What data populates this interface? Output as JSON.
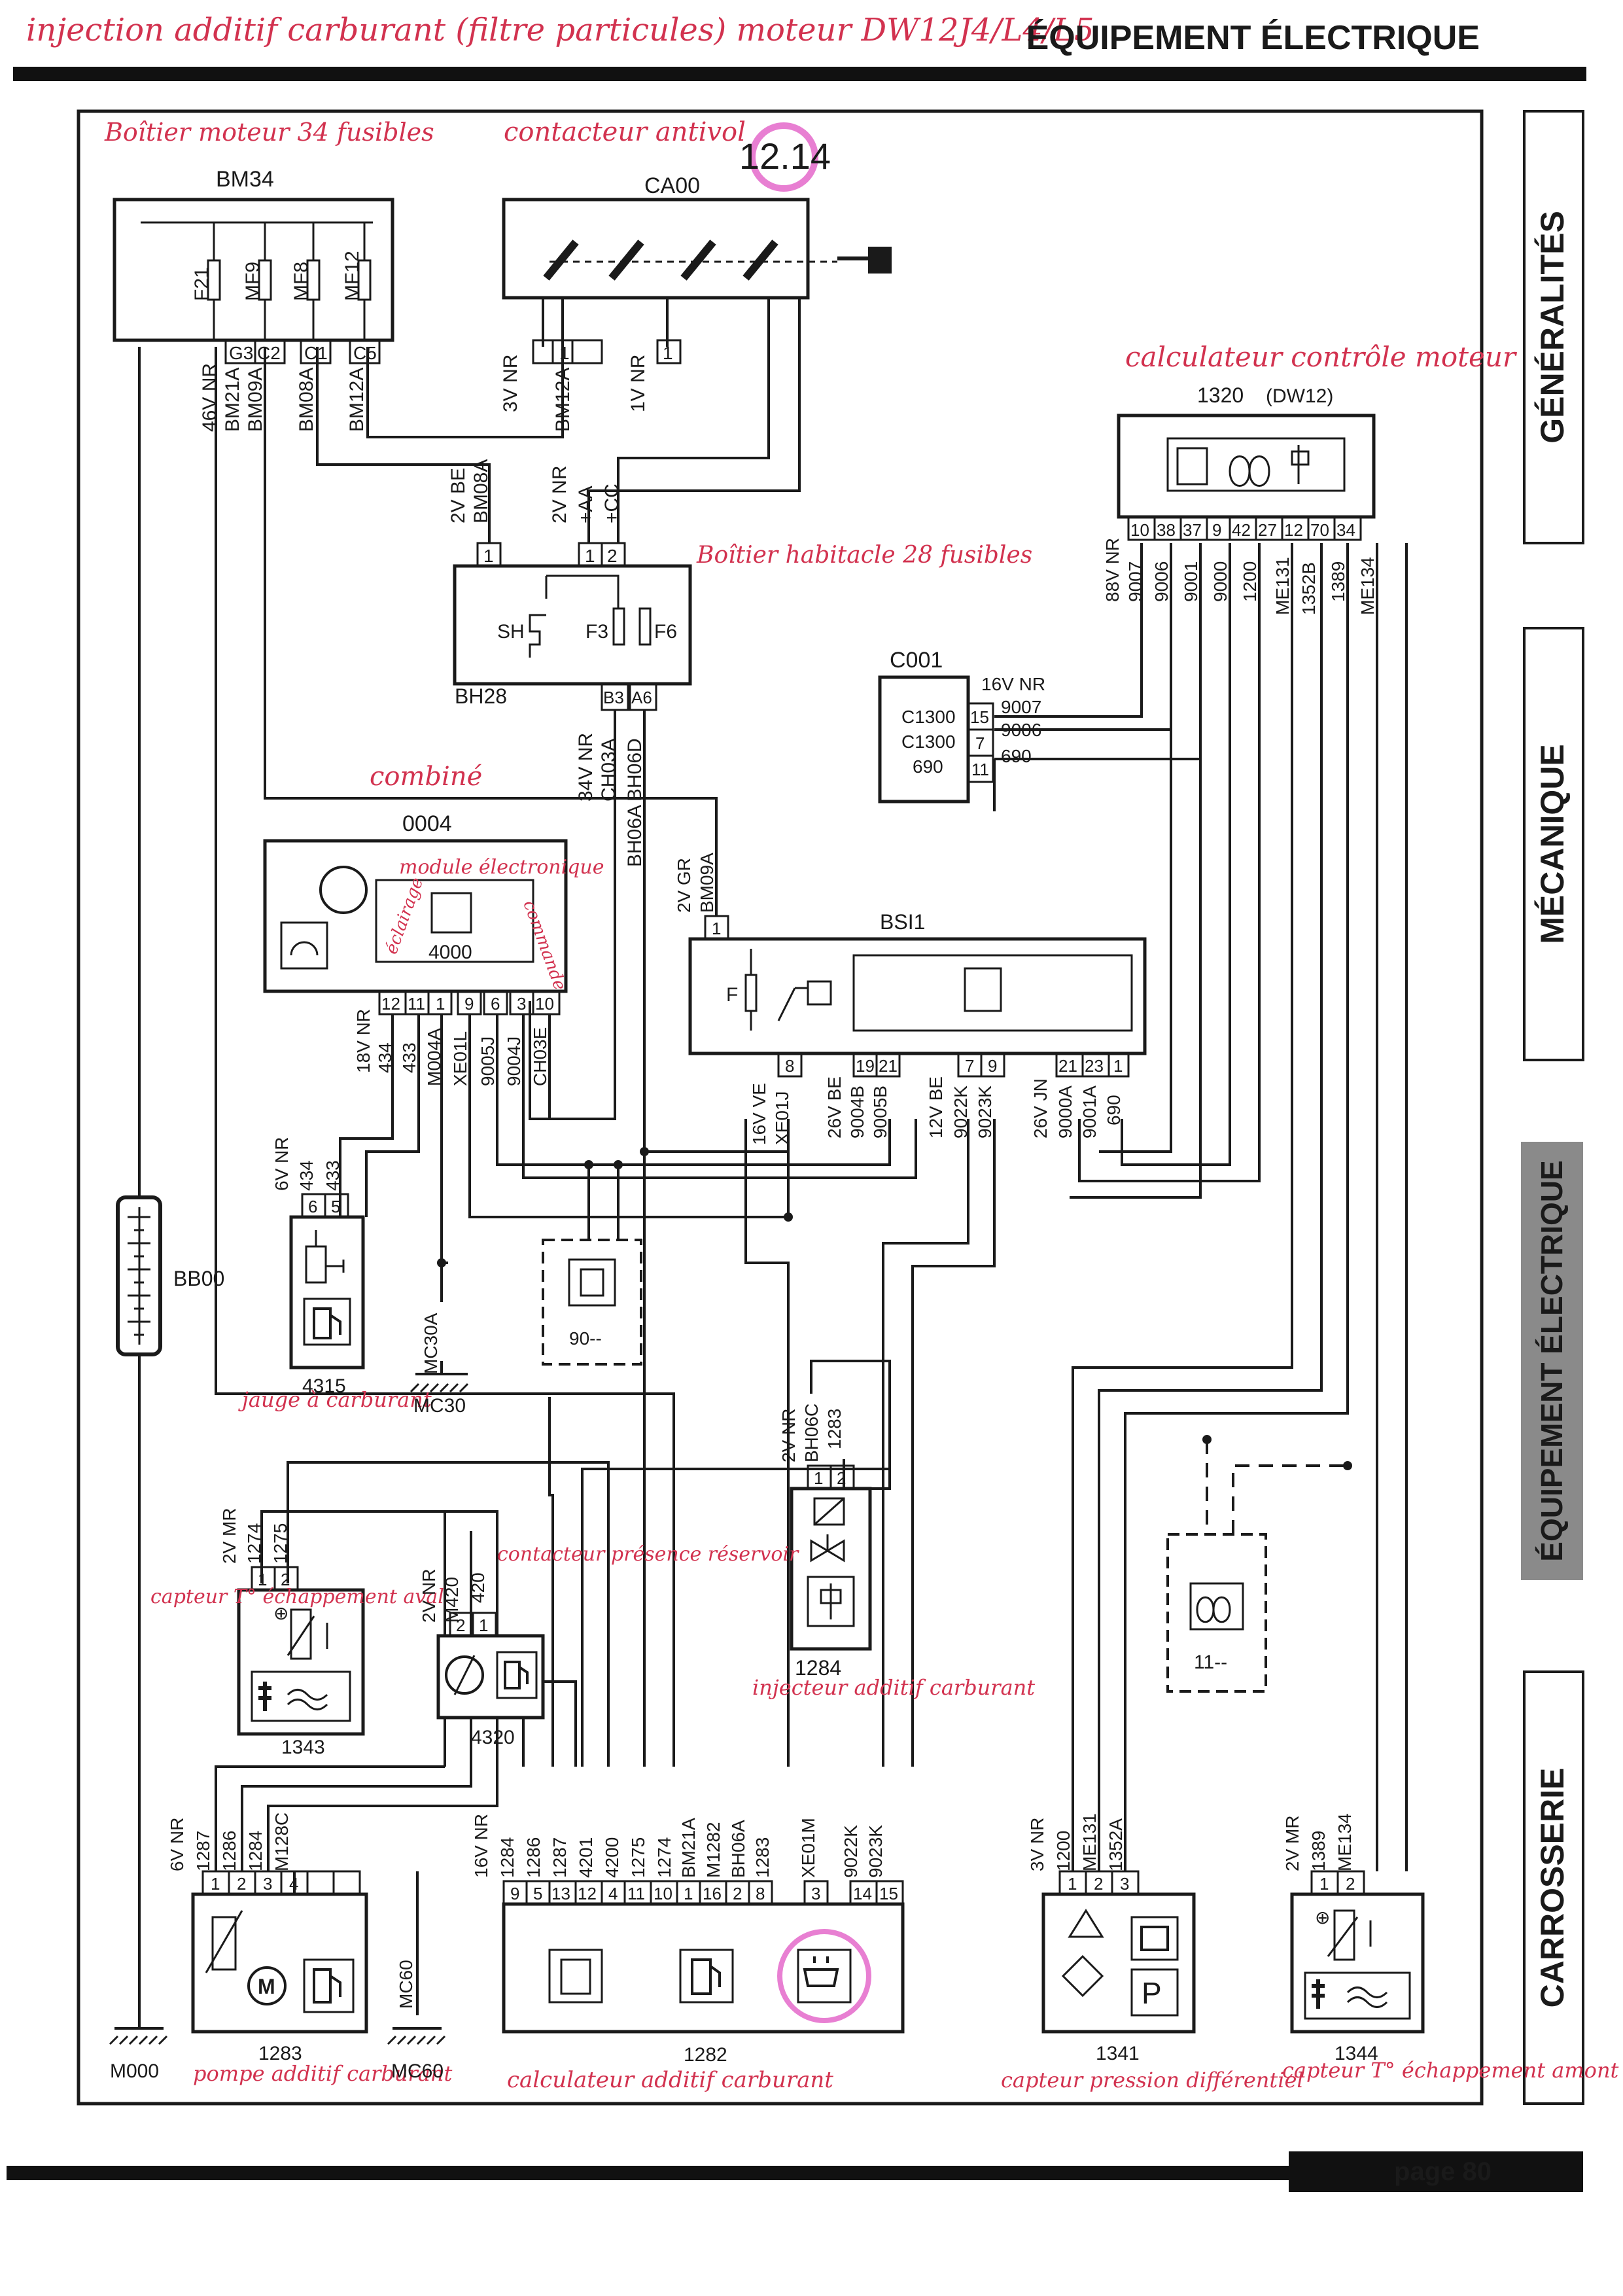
{
  "header": {
    "handwritten_title": "injection additif carburant (filtre particules) moteur DW12J4/L4/L5",
    "section_title": "ÉQUIPEMENT ÉLECTRIQUE"
  },
  "side_tabs": [
    {
      "label": "GÉNÉRALITÉS",
      "active": false
    },
    {
      "label": "MÉCANIQUE",
      "active": false
    },
    {
      "label": "ÉQUIPEMENT ÉLECTRIQUE",
      "active": true
    },
    {
      "label": "CARROSSERIE",
      "active": false
    }
  ],
  "diagram": {
    "ref": "12.14",
    "components": {
      "BM34": {
        "code": "BM34",
        "note": "Boîtier moteur 34 fusibles",
        "fuses": [
          "F21",
          "MF9",
          "MF8",
          "MF12"
        ],
        "pins": [
          "G3",
          "C2",
          "C1",
          "C5"
        ],
        "wires": [
          "46V NR",
          "BM21A",
          "BM09A",
          "BM08A",
          "BM12A"
        ]
      },
      "CA00": {
        "code": "CA00",
        "note": "contacteur antivol",
        "wires": [
          "3V NR",
          "BM12A",
          "1V NR"
        ],
        "pins": [
          "1",
          "1"
        ]
      },
      "BH28": {
        "code": "BH28",
        "note": "Boîtier habitacle 28 fusibles",
        "fuses": [
          "SH",
          "F3",
          "F6"
        ],
        "pins_top": [
          "1",
          "1",
          "2"
        ],
        "wires_top": [
          "2V BE",
          "BM08A",
          "2V NR",
          "+AA",
          "+CC"
        ],
        "pins_bottom": [
          "B3",
          "A6"
        ],
        "wires_bottom": [
          "34V NR",
          "CH03A",
          "BH06D",
          "BH06A"
        ]
      },
      "1320": {
        "code": "1320",
        "sub": "(DW12)",
        "note": "calculateur contrôle moteur",
        "pins": [
          "10",
          "38",
          "37",
          "9",
          "42",
          "27",
          "12",
          "70",
          "34"
        ],
        "wires": [
          "88V NR",
          "9007",
          "9006",
          "9001",
          "9000",
          "1200",
          "ME131",
          "1352B",
          "1389",
          "ME134"
        ]
      },
      "C001": {
        "code": "C001",
        "rows": [
          "C1300",
          "C1300",
          "690"
        ],
        "pins": [
          "15",
          "7",
          "11"
        ],
        "wires": [
          "16V NR",
          "9007",
          "9006",
          "690"
        ]
      },
      "0004": {
        "code": "0004",
        "note_combine": "combiné",
        "note_module": "module électronique",
        "note_left": "éclairage",
        "note_right": "commande",
        "module": "4000",
        "pins": [
          "12",
          "11",
          "1",
          "9",
          "6",
          "3",
          "10"
        ],
        "wires": [
          "18V NR",
          "434",
          "433",
          "M004A",
          "XE01L",
          "9005J",
          "9004J",
          "CH03E"
        ]
      },
      "BSI1": {
        "code": "BSI1",
        "fuse": "F",
        "wire_in": [
          "2V GR",
          "BM09A"
        ],
        "pin_in": "1",
        "pins": [
          "8",
          "19",
          "21",
          "7",
          "9",
          "21",
          "23",
          "1"
        ],
        "wires": [
          "16V VE",
          "XE01J",
          "26V BE",
          "9004B",
          "9005B",
          "12V BE",
          "9022K",
          "9023K",
          "26V JN",
          "9000A",
          "9001A",
          "690"
        ]
      },
      "4315": {
        "code": "4315",
        "note": "jauge à carburant",
        "pins": [
          "6",
          "5"
        ],
        "wires": [
          "6V NR",
          "434",
          "433"
        ]
      },
      "MC30": {
        "code": "MC30",
        "wire": "MC30A"
      },
      "BB00": {
        "code": "BB00"
      },
      "90": {
        "code": "90--"
      },
      "11": {
        "code": "11--"
      },
      "1284": {
        "code": "1284",
        "note": "injecteur additif carburant",
        "pins": [
          "1",
          "2"
        ],
        "wires": [
          "2V NR",
          "BH06C",
          "1283"
        ]
      },
      "1343": {
        "code": "1343",
        "note": "capteur T° échappement aval",
        "pins": [
          "1",
          "2"
        ],
        "wires": [
          "2V MR",
          "1274",
          "1275"
        ]
      },
      "4320": {
        "code": "4320",
        "note": "contacteur présence réservoir",
        "pins": [
          "2",
          "1"
        ],
        "wires": [
          "2V NR",
          "M420",
          "420"
        ]
      },
      "1283": {
        "code": "1283",
        "note": "pompe additif carburant",
        "pins": [
          "1",
          "2",
          "3",
          "4"
        ],
        "wires": [
          "6V NR",
          "1287",
          "1286",
          "1284",
          "M128C"
        ]
      },
      "1282": {
        "code": "1282",
        "note": "calculateur additif carburant",
        "pins": [
          "9",
          "5",
          "13",
          "12",
          "4",
          "11",
          "10",
          "1",
          "16",
          "2",
          "8",
          "3",
          "14",
          "15"
        ],
        "wires": [
          "16V NR",
          "1284",
          "1286",
          "1287",
          "4201",
          "4200",
          "1275",
          "1274",
          "BM21A",
          "M1282",
          "BH06A",
          "1283",
          "XE01M",
          "9022K",
          "9023K"
        ]
      },
      "1341": {
        "code": "1341",
        "note": "capteur pression différentiel",
        "pins": [
          "1",
          "2",
          "3"
        ],
        "wires": [
          "3V NR",
          "1200",
          "ME131",
          "1352A"
        ],
        "p_label": "P"
      },
      "1344": {
        "code": "1344",
        "note": "capteur T° échappement amont",
        "pins": [
          "1",
          "2"
        ],
        "wires": [
          "2V MR",
          "1389",
          "ME134"
        ]
      },
      "M000": {
        "code": "M000"
      },
      "MC60": {
        "code": "MC60",
        "wire": "MC60"
      }
    }
  },
  "footer": {
    "page": "page 80"
  },
  "colors": {
    "ink": "#1a1a1a",
    "annotation": "#d2324f",
    "highlight": "#e87fd2",
    "tab_active": "#8a8a8a"
  }
}
